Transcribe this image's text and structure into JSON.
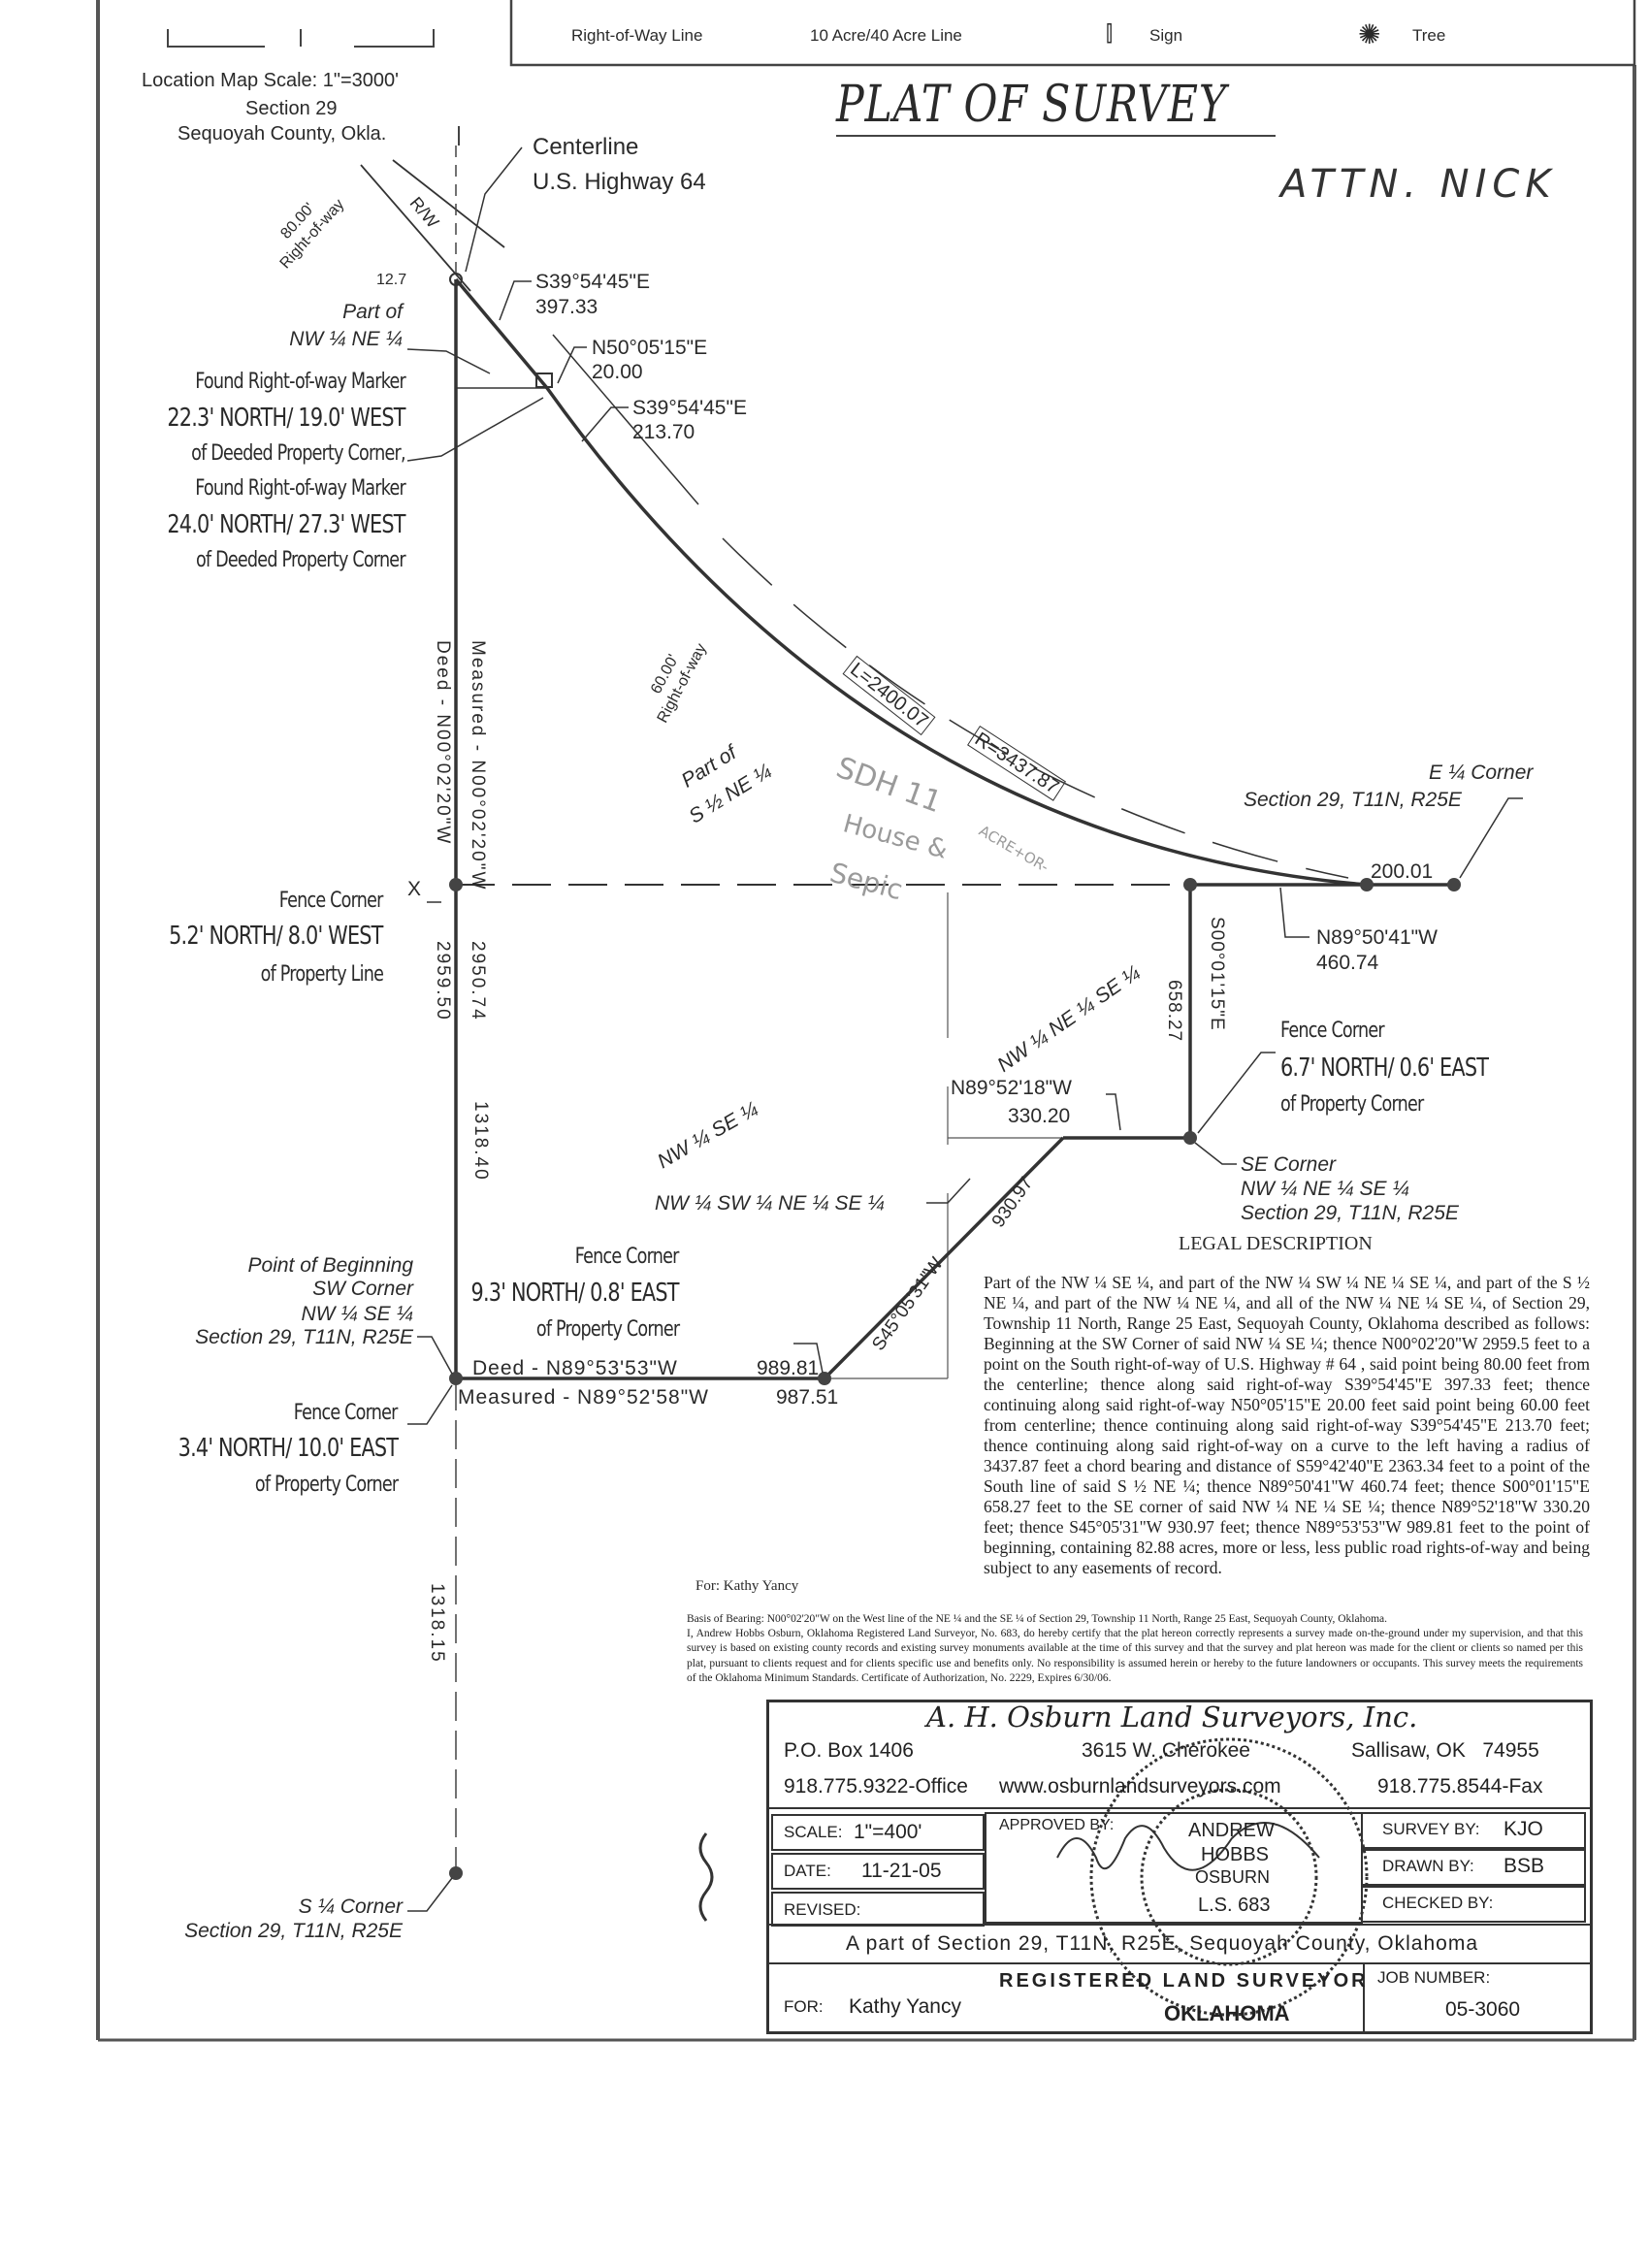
{
  "legend": {
    "items": [
      {
        "label": "Right-of-Way Line"
      },
      {
        "label": "10 Acre/40 Acre Line"
      },
      {
        "label": "Sign",
        "icon": "sign-icon"
      },
      {
        "label": "Tree",
        "icon": "tree-icon"
      }
    ]
  },
  "location_map": {
    "scale": "Location Map Scale: 1\"=3000'",
    "section": "Section 29",
    "county": "Sequoyah County, Okla."
  },
  "title": "PLAT OF SURVEY",
  "handwritten_note": "ATTN. NICK",
  "pencil_note": {
    "line1": "SDH 11",
    "line2": "ACRE+OR-",
    "line3": "House &",
    "line4": "Sepic"
  },
  "plat_labels": {
    "centerline": "Centerline",
    "highway": "U.S. Highway 64",
    "rw": "R/W",
    "row80_a": "80.00'",
    "row80_b": "Right-of-way",
    "offset_12_7": "12.7",
    "bearing1": "S39°54'45\"E",
    "dist1": "397.33",
    "bearing2": "N50°05'15\"E",
    "dist2": "20.00",
    "bearing3": "S39°54'45\"E",
    "dist3": "213.70",
    "part_nw_a": "Part of",
    "part_nw_b": "NW ¼ NE ¼",
    "marker_notes": [
      "Found Right-of-way Marker",
      "22.3' NORTH/ 19.0' WEST",
      "of Deeded Property Corner,",
      "Found Right-of-way Marker",
      "24.0' NORTH/ 27.3' WEST",
      "of Deeded Property Corner"
    ],
    "measured_west": "Measured - N00°02'20\"W",
    "deed_west": "Deed - N00°02'20\"W",
    "row60_a": "60.00'",
    "row60_b": "Right-of-way",
    "curve_l": "L=2400.07",
    "curve_r": "R=3437.87",
    "part_s_a": "Part of",
    "part_s_b": "S ½ NE ¼",
    "e_corner_a": "E ¼ Corner",
    "e_corner_b": "Section 29, T11N, R25E",
    "dist_200": "200.01",
    "bearing4": "N89°50'41\"W",
    "dist4": "460.74",
    "x_mark": "X",
    "fence1": [
      "Fence Corner",
      "5.2' NORTH/ 8.0' WEST",
      "of Property Line"
    ],
    "dist_2959": "2959.50",
    "dist_2950": "2950.74",
    "nw_ne_se": "NW ¼ NE ¼ SE ¼",
    "bearing5": "S00°01'15\"E",
    "dist5": "658.27",
    "fence2": [
      "Fence Corner",
      "6.7' NORTH/ 0.6' EAST",
      "of Property Corner"
    ],
    "bearing6": "N89°52'18\"W",
    "dist6": "330.20",
    "dist_1318_40": "1318.40",
    "nw_se": "NW ¼ SE ¼",
    "se_corner": [
      "SE Corner",
      "NW ¼ NE ¼ SE ¼",
      "Section 29, T11N, R25E"
    ],
    "nw_sw_ne_se": "NW ¼ SW ¼ NE ¼ SE ¼",
    "dist7": "930.97",
    "bearing7": "S45°05'31\"W",
    "fence3": [
      "Fence Corner",
      "9.3' NORTH/ 0.8' EAST",
      "of Property Corner"
    ],
    "pob": [
      "Point of Beginning",
      "SW Corner",
      "NW ¼ SE ¼",
      "Section 29, T11N, R25E"
    ],
    "deed_south": "Deed - N89°53'53\"W",
    "deed_south_dist": "989.81",
    "measured_south": "Measured - N89°52'58\"W",
    "measured_south_dist": "987.51",
    "fence4": [
      "Fence Corner",
      "3.4' NORTH/ 10.0' EAST",
      "of Property Corner"
    ],
    "dist_1318_15": "1318.15",
    "s_corner": [
      "S ¼ Corner",
      "Section 29, T11N, R25E"
    ]
  },
  "legal_description": {
    "heading": "LEGAL DESCRIPTION",
    "text": "Part of the NW ¼ SE ¼, and part of the NW ¼ SW ¼ NE ¼ SE ¼, and part of the S ½ NE ¼, and part of the NW ¼ NE ¼, and all of the NW ¼ NE ¼ SE ¼, of Section 29, Township 11 North, Range 25 East, Sequoyah County, Oklahoma described as follows: Beginning at the SW Corner of said NW ¼ SE ¼; thence N00°02'20\"W 2959.5 feet to a point on the South right-of-way of U.S. Highway # 64 , said point being 80.00 feet from the centerline; thence along said right-of-way S39°54'45\"E 397.33 feet; thence continuing along said right-of-way N50°05'15\"E 20.00 feet said point being 60.00 feet from centerline; thence continuing along said right-of-way S39°54'45\"E 213.70 feet; thence continuing along said right-of-way on a curve to the left having a radius of 3437.87 feet a chord bearing and distance of S59°42'40\"E 2363.34 feet to a point of the South line of said S ½ NE ¼; thence N89°50'41\"W 460.74 feet; thence S00°01'15\"E 658.27 feet to the SE corner of said NW ¼ NE ¼ SE ¼; thence N89°52'18\"W 330.20 feet; thence S45°05'31\"W 930.97 feet; thence N89°53'53\"W 989.81 feet to the point of beginning, containing 82.88 acres, more or less, less public road rights-of-way and being subject to any easements of record."
  },
  "for_line": "For: Kathy Yancy",
  "basis": {
    "bearing": "Basis of Bearing: N00°02'20\"W on the West line of the NE ¼ and the SE ¼ of Section 29, Township 11 North, Range 25 East, Sequoyah County, Oklahoma.",
    "certification": "I, Andrew Hobbs Osburn, Oklahoma Registered Land Surveyor, No. 683, do hereby certify that the plat hereon correctly represents a survey made on-the-ground under my supervision, and that this survey is based on existing county records and existing survey monuments available at the time of this survey and that the survey and plat hereon was made for the client or clients so named per this plat, pursuant to clients request and for clients specific use and benefits only. No responsibility is assumed herein or hereby to the future landowners or occupants. This survey meets the requirements of the Oklahoma Minimum Standards. Certificate of Authorization, No. 2229, Expires 6/30/06."
  },
  "title_block": {
    "company": "A. H. Osburn Land Surveyors, Inc.",
    "po_box": "P.O. Box 1406",
    "street": "3615 W. Cherokee",
    "city": "Sallisaw, OK   74955",
    "office": "918.775.9322-Office",
    "website": "www.osburnlandsurveyors.com",
    "fax": "918.775.8544-Fax",
    "scale_label": "SCALE:",
    "scale_value": "1\"=400'",
    "date_label": "DATE:",
    "date_value": "11-21-05",
    "revised_label": "REVISED:",
    "approved_label": "APPROVED BY:",
    "survey_by_label": "SURVEY BY:",
    "survey_by_value": "KJO",
    "drawn_by_label": "DRAWN BY:",
    "drawn_by_value": "BSB",
    "checked_by_label": "CHECKED BY:",
    "location": "A part of Section 29, T11N, R25E, Sequoyah County, Oklahoma",
    "for_label": "FOR:",
    "for_value": "Kathy Yancy",
    "job_label": "JOB NUMBER:",
    "job_value": "05-3060"
  },
  "seal": {
    "ring_text": "REGISTERED LAND SURVEYOR",
    "state": "OKLAHOMA",
    "name1": "ANDREW",
    "name2": "HOBBS",
    "name3": "OSBURN",
    "license": "L.S. 683"
  }
}
